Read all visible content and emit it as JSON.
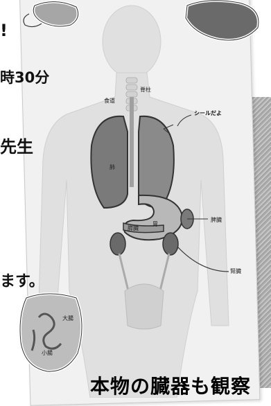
{
  "left_text": {
    "exclamation": "!",
    "time": "時30分",
    "teacher_fragment": "先生",
    "masu": "ます。"
  },
  "organ_labels": {
    "spine": "脊柱",
    "esophagus": "食道",
    "lung": "肺",
    "spleen": "脾臓",
    "stomach": "胃",
    "pancreas": "膵臓",
    "kidney": "腎臓",
    "large_intestine": "大腸",
    "small_intestine": "小腸"
  },
  "sticker_callout": "シールだよ",
  "bottom_banner": "本物の臓器も観察",
  "colors": {
    "organ_dark": "#6f6f6f",
    "organ_mid": "#9a9a9a",
    "body_silhouette": "#e2e2e2",
    "sheet": "#f1f1f1"
  }
}
